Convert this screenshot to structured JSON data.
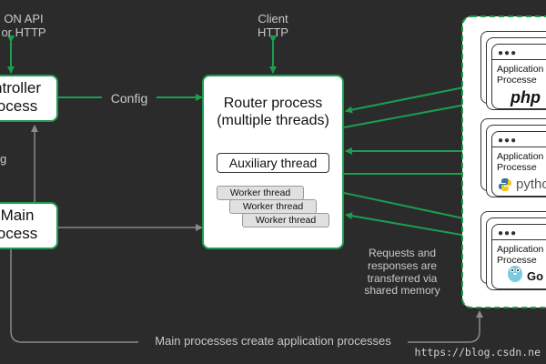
{
  "top_left_label": [
    "ON API",
    "or HTTP"
  ],
  "client_label": [
    "Client",
    "HTTP"
  ],
  "controller_box": [
    "ntroller",
    "ocess"
  ],
  "config_label": "Config",
  "main_box": [
    "Main",
    "ocess"
  ],
  "left_fragment": "g",
  "router": {
    "title": [
      "Router process",
      "(multiple threads)"
    ],
    "auxiliary": "Auxiliary thread",
    "workers": [
      "Worker thread",
      "Worker thread",
      "Worker thread"
    ]
  },
  "apps": [
    {
      "title": [
        "Application",
        "Processe"
      ],
      "lang": "php",
      "icon": "php-logo-icon"
    },
    {
      "title": [
        "Application",
        "Processe"
      ],
      "lang": "pytho",
      "icon": "python-logo-icon"
    },
    {
      "title": [
        "Application",
        "Processe"
      ],
      "lang": "Go",
      "icon": "go-gopher-icon"
    }
  ],
  "requests_note": [
    "Requests and",
    "responses are",
    "transferred via",
    "shared memory"
  ],
  "bottom_caption": "Main processes create application processes",
  "watermark": "https://blog.csdn.ne",
  "colors": {
    "accent": "#1c9d50",
    "background": "#2b2b2b",
    "arrow_gray": "#8a8a8a",
    "text_gray": "#c9c9c9"
  }
}
